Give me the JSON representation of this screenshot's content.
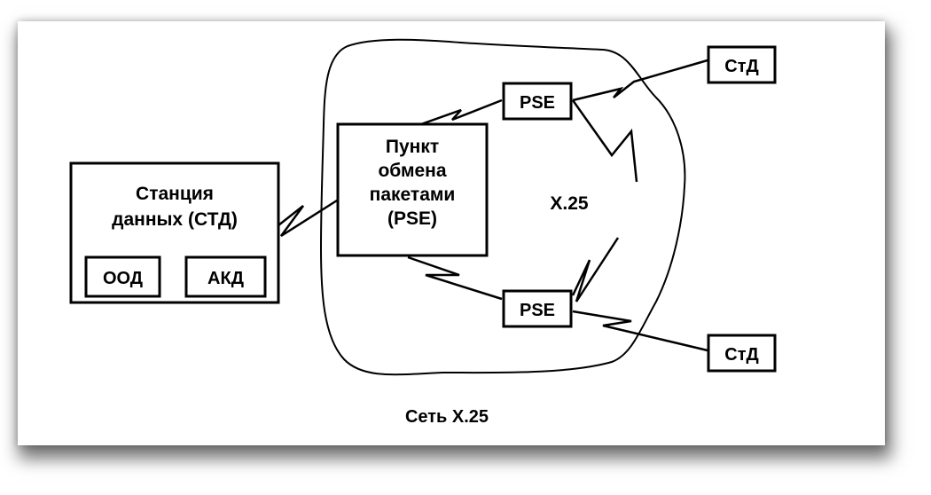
{
  "diagram": {
    "network_label": "X.25",
    "caption": "Сеть X.25",
    "station": {
      "title_line1": "Станция",
      "title_line2": "данных (СТД)",
      "sub_left": "ООД",
      "sub_right": "АКД"
    },
    "main_pse": {
      "line1": "Пункт",
      "line2": "обмена",
      "line3": "пакетами",
      "line4": "(PSE)"
    },
    "pse_top": "PSE",
    "pse_bottom": "PSE",
    "std_top": "СтД",
    "std_bottom": "СтД"
  }
}
